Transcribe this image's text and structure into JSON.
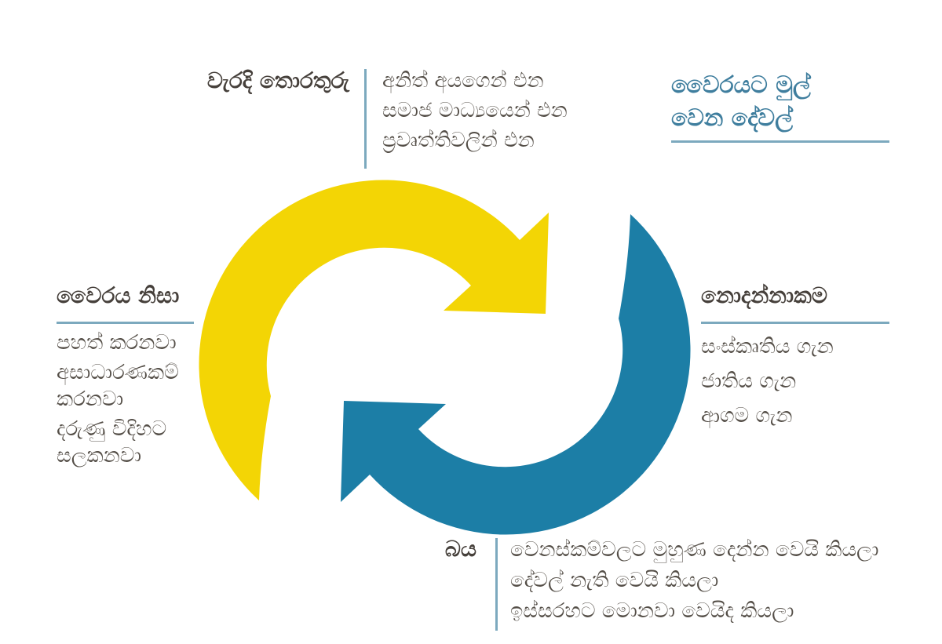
{
  "colors": {
    "c-yellow": "#F3D505",
    "c-blue": "#1C7EA6",
    "c-title": "#3F7E9E",
    "c-rule": "#7CA9BE",
    "c-heading": "#46403B",
    "c-body": "#544E47"
  },
  "title": {
    "line1": "වෛරයට මුල්",
    "line2": "වෙන දේවල්"
  },
  "sections": {
    "top_left": {
      "heading": "වැරදි තොරතුරු",
      "items": [
        "අනිත් අයගෙන් එන",
        "සමාජ මාධ්‍යයෙන් එන",
        "ප්‍රවෘත්තිවලින් එන"
      ]
    },
    "left": {
      "heading": "වෛරය නිසා",
      "items": [
        "පහත් කරනවා",
        "අසාධාරණකම් කරනවා",
        "දරුණු විදිහට සලකනවා"
      ]
    },
    "right": {
      "heading": "නොදන්නාකම",
      "items": [
        "සංස්කෘතිය ගැන",
        "ජාතිය ගැන",
        "ආගම ගැන"
      ]
    },
    "bottom": {
      "heading": "බය",
      "items": [
        "වෙනස්කම්වලට මුහුණ දෙන්න වෙයි කියලා",
        "දේවල් නැති වෙයි කියලා",
        "ඉස්සරහට මොනවා වෙයිද කියලා"
      ]
    }
  },
  "cycle": {
    "type": "two-arrow-cycle",
    "direction": "clockwise",
    "arrow_colors": [
      "#F3D505",
      "#1C7EA6"
    ]
  }
}
